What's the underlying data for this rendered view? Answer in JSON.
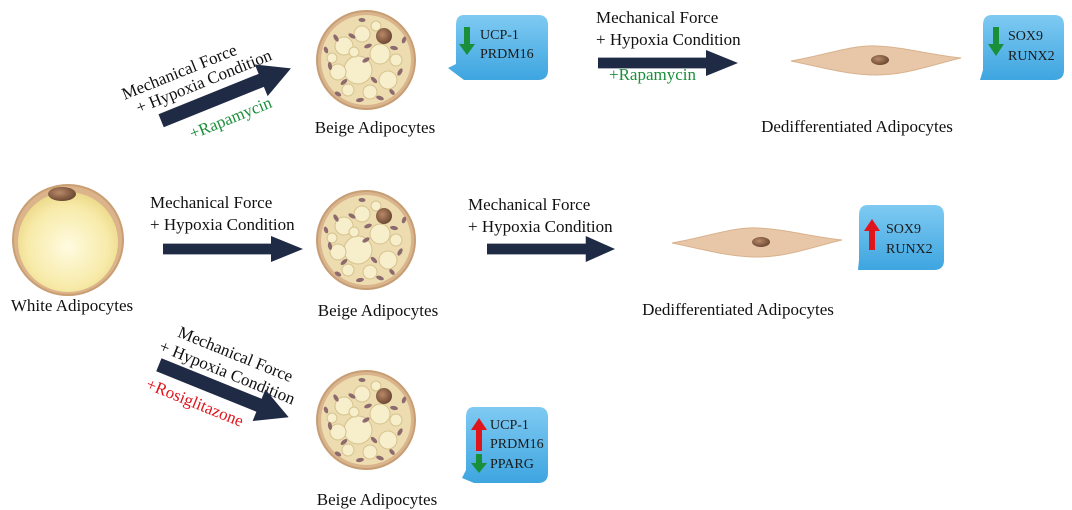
{
  "colors": {
    "arrow": "#1f2a44",
    "green": "#1a8f3a",
    "red": "#e0141b",
    "callout": "#56b6ea",
    "cell_outer": "#d8b48d",
    "cell_inner": "#f3e6b4",
    "droplet": "#f7eecb",
    "mito": "#8c6a6e",
    "fibro": "#e7c6a8"
  },
  "white_cell": {
    "caption": "White Adipocytes"
  },
  "common": {
    "force_line1": "Mechanical Force",
    "force_line2": "+ Hypoxia Condition"
  },
  "top_row": {
    "treatment": "+Rapamycin",
    "beige_caption": "Beige  Adipocytes",
    "beige_markers": [
      "UCP-1",
      "PRDM16"
    ],
    "dediff_caption": "Dedifferentiated Adipocytes",
    "dediff_markers": [
      "SOX9",
      "RUNX2"
    ]
  },
  "mid_row": {
    "beige_caption": "Beige  Adipocytes",
    "dediff_caption": "Dedifferentiated Adipocytes",
    "dediff_markers": [
      "SOX9",
      "RUNX2"
    ]
  },
  "bottom_row": {
    "treatment": "+Rosiglitazone",
    "beige_caption": "Beige  Adipocytes",
    "beige_markers": [
      "UCP-1",
      "PRDM16",
      "PPARG"
    ]
  }
}
